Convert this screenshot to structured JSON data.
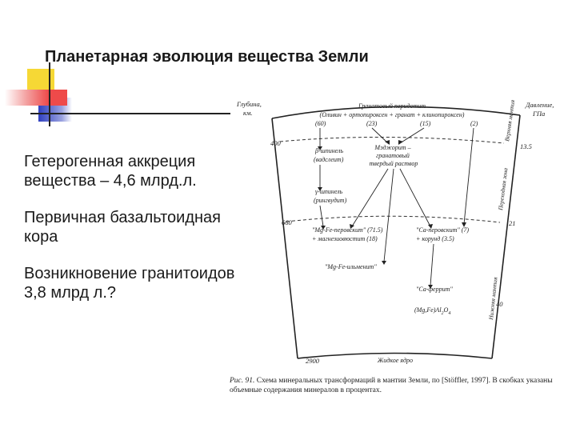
{
  "title": "Планетарная эволюция вещества Земли",
  "bullets": [
    "Гетерогенная аккреция вещества – 4,6 млрд.л.",
    "Первичная базальтоидная кора",
    "Возникновение гранитоидов 3,8 млрд л.?"
  ],
  "colors": {
    "accent_yellow": "#f6d835",
    "accent_red": "#ee4a4a",
    "accent_blue": "#2f3fbf"
  },
  "diagram": {
    "depth_header": [
      "Глубина,",
      "км."
    ],
    "pressure_header": [
      "Давление,",
      "ГПа"
    ],
    "depths": [
      "400",
      "660",
      "2900"
    ],
    "pressures": [
      "13.5",
      "21",
      "40"
    ],
    "top_zone": {
      "title": "Гранатовый перидотит",
      "line1": "(Оливин + ортопироксен + гранат + клинопироксен)",
      "numbers": [
        "(60)",
        "(23)",
        "(15)",
        "(2)"
      ]
    },
    "zone_labels": [
      "Верхняя мантия",
      "Переходная зона",
      "Нижняя мантия"
    ],
    "beta": [
      "β-шпинель",
      "(вадслеит)"
    ],
    "gamma": [
      "γ-шпинель",
      "(рингвудит)"
    ],
    "majorite": [
      "Мэджорит –",
      "гранатовый",
      "твердый раствор"
    ],
    "mgfe_perovskite": [
      "\"Mg-Fe-перовскит\" (71.5)",
      "+ магнезиовюстит (18)"
    ],
    "ca_perovskite": [
      "\"Ca-перовскит\" (7)",
      "+ корунд (3.5)"
    ],
    "ilmenite": "\"Mg-Fe-ильменит\"",
    "ca_ferrite": "\"Ca-феррит\"",
    "ca_ferrite_formula": "(Mg,Fe)Al",
    "ca_ferrite_sub1": "2",
    "ca_ferrite_sub2": "O",
    "ca_ferrite_sub3": "4",
    "core": "Жидкое ядро"
  },
  "caption": {
    "fig": "Рис. 91.",
    "text": " Схема минеральных трансформаций в мантии Земли, по [Stöffler, 1997]. В скобках указаны объемные содержания минералов в процентах."
  }
}
